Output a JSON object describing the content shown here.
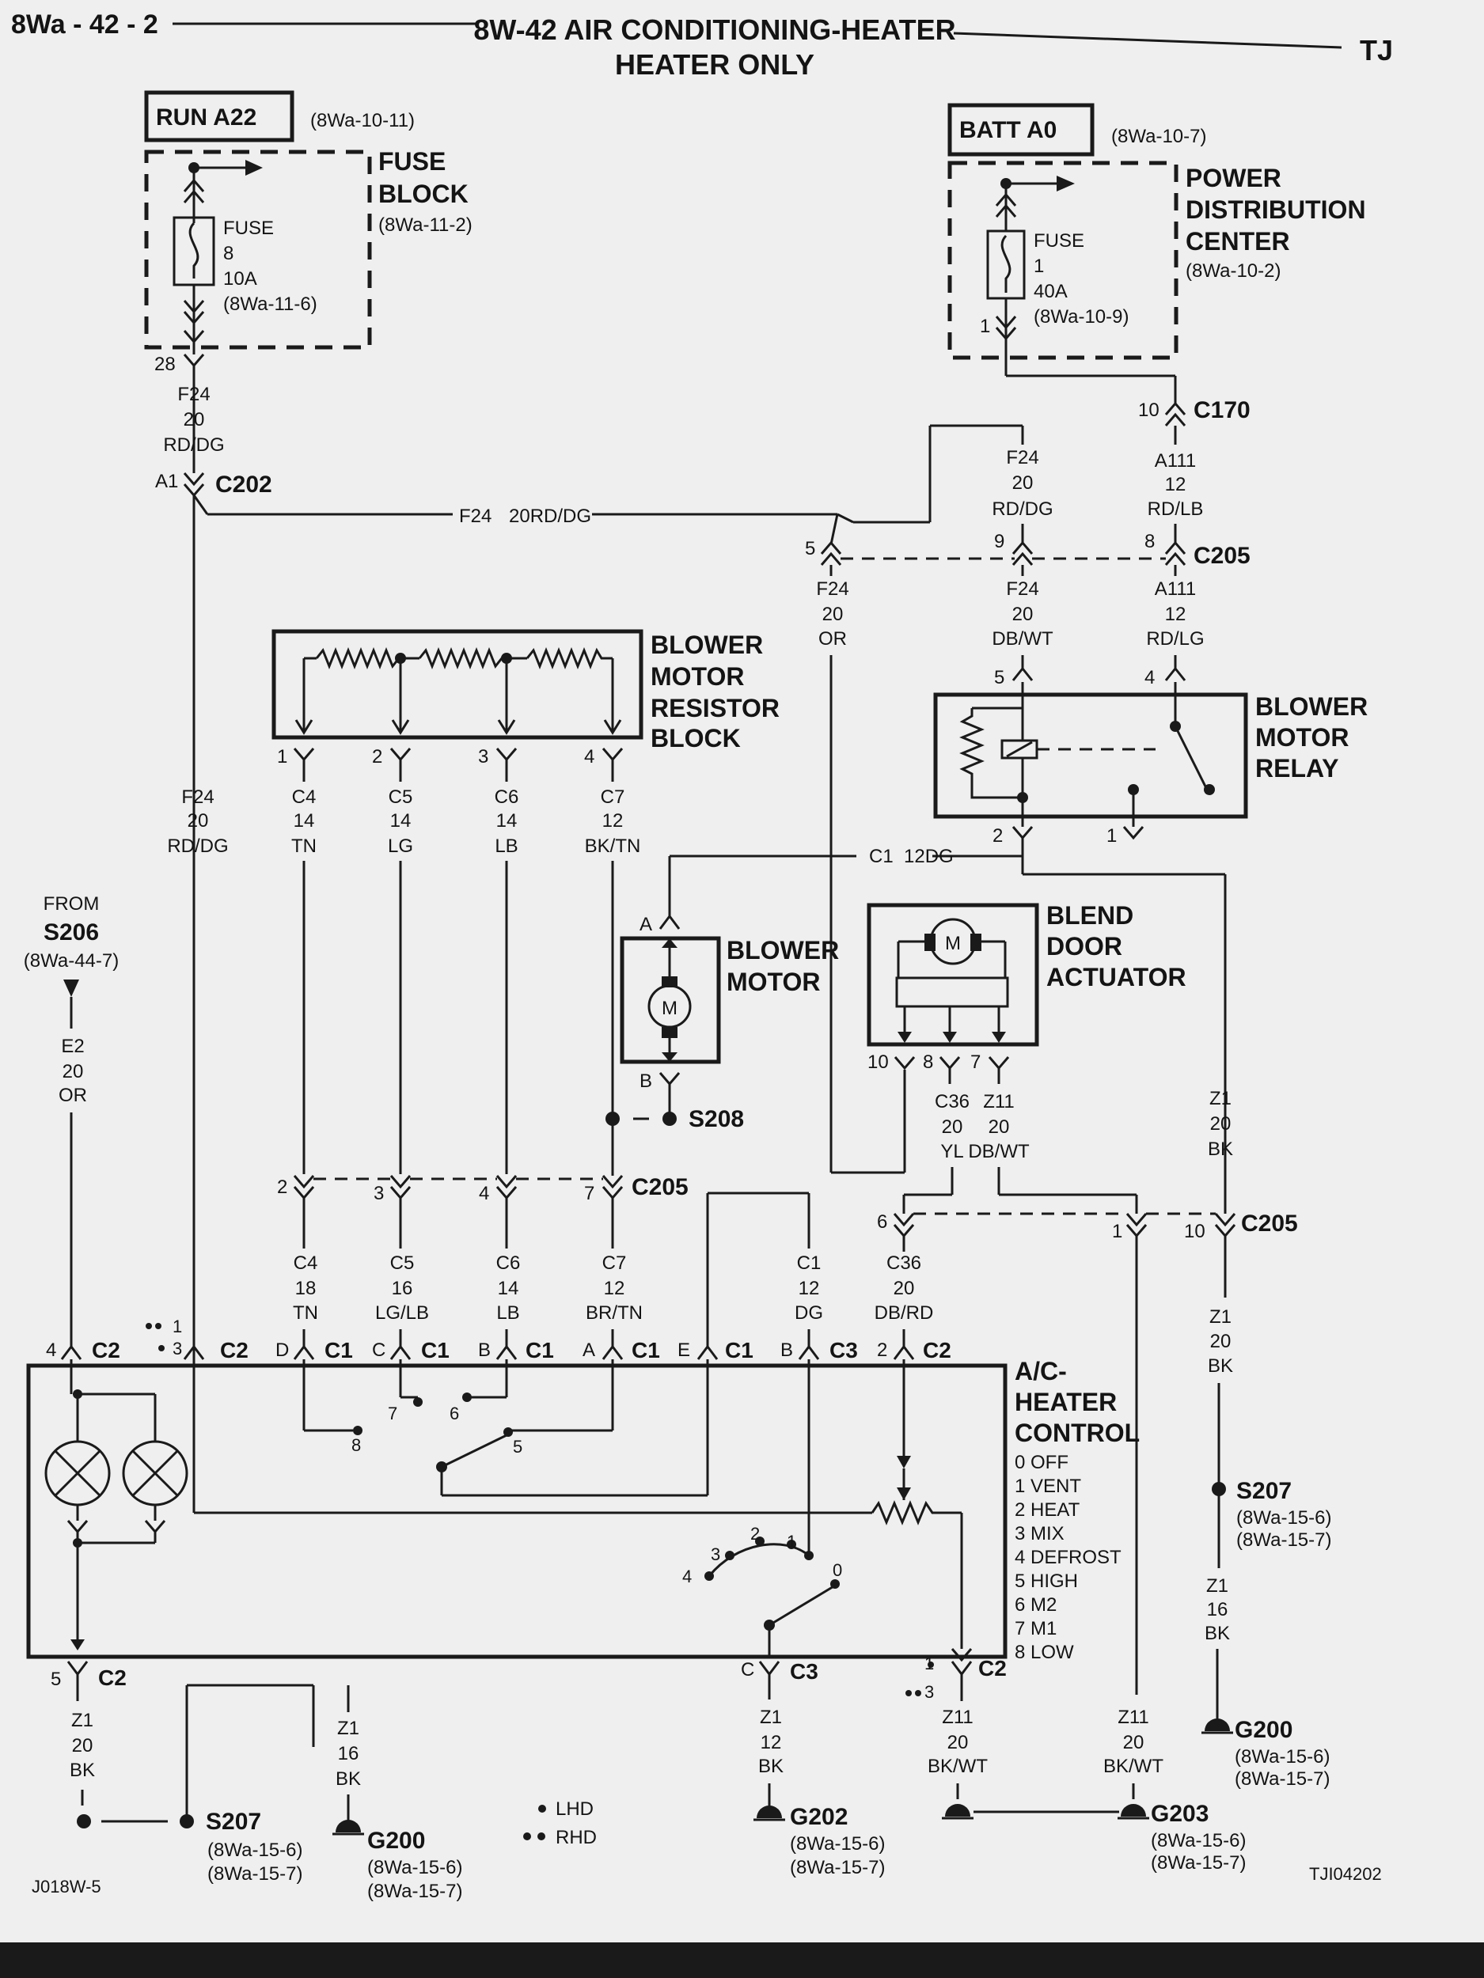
{
  "header": {
    "page_ref": "8Wa - 42 - 2",
    "title_line1": "8W-42 AIR CONDITIONING-HEATER",
    "title_line2": "HEATER ONLY",
    "vehicle": "TJ"
  },
  "footer": {
    "left_code": "J018W-5",
    "right_code": "TJI04202",
    "legend_lhd": "LHD",
    "legend_rhd": "RHD"
  },
  "labels": {
    "run_a22": "RUN A22",
    "run_a22_ref": "(8Wa-10-11)",
    "fuse_block_1": "FUSE",
    "fuse_block_2": "BLOCK",
    "fuse_block_ref": "(8Wa-11-2)",
    "fuse8_a": "FUSE",
    "fuse8_b": "8",
    "fuse8_c": "10A",
    "fuse8_ref": "(8Wa-11-6)",
    "batt_a0": "BATT A0",
    "batt_a0_ref": "(8Wa-10-7)",
    "pdc_1": "POWER",
    "pdc_2": "DISTRIBUTION",
    "pdc_3": "CENTER",
    "pdc_ref": "(8Wa-10-2)",
    "fuse1_a": "FUSE",
    "fuse1_b": "1",
    "fuse1_c": "40A",
    "fuse1_ref": "(8Wa-10-9)",
    "pin_1": "1",
    "pin_2": "2",
    "pin_3": "3",
    "pin_4": "4",
    "pin_5": "5",
    "pin_6": "6",
    "pin_7": "7",
    "pin_8": "8",
    "pin_9": "9",
    "pin_10": "10",
    "pin_28": "28",
    "pin_0": "0",
    "pin_A": "A",
    "pin_B": "B",
    "pin_C": "C",
    "pin_D": "D",
    "pin_E": "E",
    "pin_A1": "A1",
    "c170": "C170",
    "c202": "C202",
    "c205": "C205",
    "c1": "C1",
    "c2": "C2",
    "c3": "C3",
    "w_f24": "F24",
    "w_20": "20",
    "w_rddg": "RD/DG",
    "w_f24_inline": "F24",
    "w_20rddg": "20RD/DG",
    "w_a111": "A111",
    "w_12": "12",
    "w_rdlb": "RD/LB",
    "w_rdlg": "RD/LG",
    "w_or": "OR",
    "w_dbwt": "DB/WT",
    "bmrb_1": "BLOWER",
    "bmrb_2": "MOTOR",
    "bmrb_3": "RESISTOR",
    "bmrb_4": "BLOCK",
    "bmr_1": "BLOWER",
    "bmr_2": "MOTOR",
    "bmr_3": "RELAY",
    "w_c4": "C4",
    "w_c5": "C5",
    "w_c6": "C6",
    "w_c7": "C7",
    "w_14": "14",
    "w_16": "16",
    "w_18": "18",
    "w_tn": "TN",
    "w_lg": "LG",
    "w_lb": "LB",
    "w_bktn": "BK/TN",
    "w_lglb": "LG/LB",
    "w_brtn": "BR/TN",
    "w_c1_12dg": "C1",
    "w_12dg": "12DG",
    "from": "FROM",
    "s206": "S206",
    "s206_ref": "(8Wa-44-7)",
    "w_e2": "E2",
    "bm_1": "BLOWER",
    "bm_2": "MOTOR",
    "motor_m": "M",
    "bda_1": "BLEND",
    "bda_2": "DOOR",
    "bda_3": "ACTUATOR",
    "w_c36": "C36",
    "w_yl": "YL",
    "w_z11": "Z11",
    "w_z1": "Z1",
    "w_bk": "BK",
    "w_dbrd": "DB/RD",
    "w_dg": "DG",
    "w_bkwt": "BK/WT",
    "s208": "S208",
    "s207": "S207",
    "ref_15_6": "(8Wa-15-6)",
    "ref_15_7": "(8Wa-15-7)",
    "g200": "G200",
    "g202": "G202",
    "g203": "G203",
    "ahc_1": "A/C-",
    "ahc_2": "HEATER",
    "ahc_3": "CONTROL",
    "mode_0": "0 OFF",
    "mode_1": "1 VENT",
    "mode_2": "2 HEAT",
    "mode_3": "3 MIX",
    "mode_4": "4 DEFROST",
    "mode_5": "5 HIGH",
    "mode_6": "6 M2",
    "mode_7": "7 M1",
    "mode_8": "8 LOW"
  }
}
